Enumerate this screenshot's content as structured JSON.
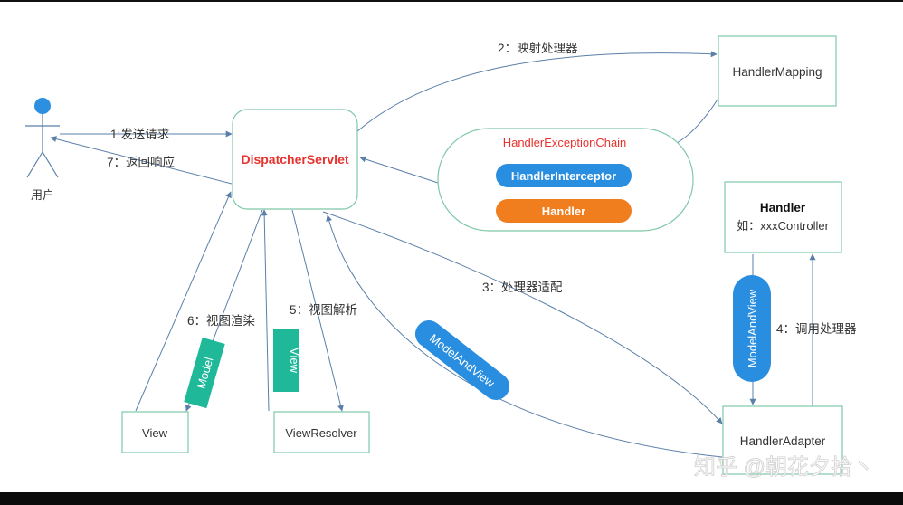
{
  "actors": {
    "user": "用户"
  },
  "nodes": {
    "dispatcher": "DispatcherServlet",
    "handler_mapping": "HandlerMapping",
    "handler_adapter": "HandlerAdapter",
    "view_resolver": "ViewResolver",
    "view": "View",
    "handler_title": "Handler",
    "handler_sub": "如：xxxController",
    "chain_title": "HandlerExceptionChain",
    "interceptor": "HandlerInterceptor",
    "handler_pill": "Handler"
  },
  "steps": {
    "s1": "1:发送请求",
    "s2": "2：映射处理器",
    "s3": "3：处理器适配",
    "s4": "4：调用处理器",
    "s5": "5：视图解析",
    "s6": "6：视图渲染",
    "s7": "7：返回响应"
  },
  "tags": {
    "model_and_view_vertical": "ModelAndView",
    "model_and_view_diag": "ModelAndView",
    "model": "Model",
    "view": "View"
  },
  "watermark": "知乎 @朝花夕拾丶",
  "colors": {
    "box_border": "#7fc8a9",
    "line": "#5a7fa8",
    "red": "#e8322d",
    "blue": "#2a8ee0",
    "orange": "#f07d1e",
    "teal": "#1fb99a",
    "user_head": "#2d8fe0"
  }
}
